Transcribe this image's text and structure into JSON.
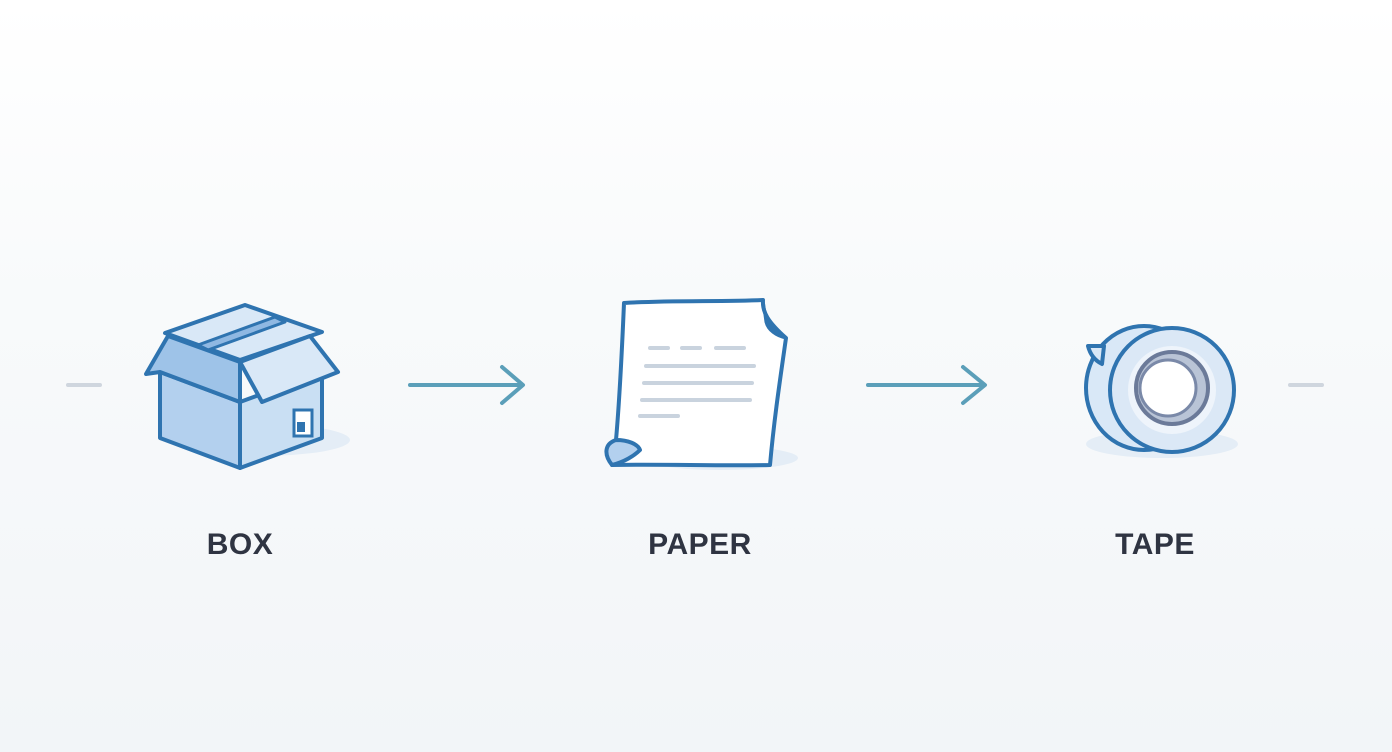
{
  "steps": [
    {
      "label": "BOX",
      "icon": "box-icon"
    },
    {
      "label": "PAPER",
      "icon": "paper-icon"
    },
    {
      "label": "TAPE",
      "icon": "tape-icon"
    }
  ],
  "connector": "arrow-right-icon",
  "colors": {
    "stroke": "#2f74b0",
    "fill_light": "#d9e8f7",
    "fill_mid": "#b3d0ee",
    "arrow": "#5b9fb9",
    "dash": "#cfd6de",
    "paper_lines": "#c9d3de",
    "text": "#2f3442"
  }
}
